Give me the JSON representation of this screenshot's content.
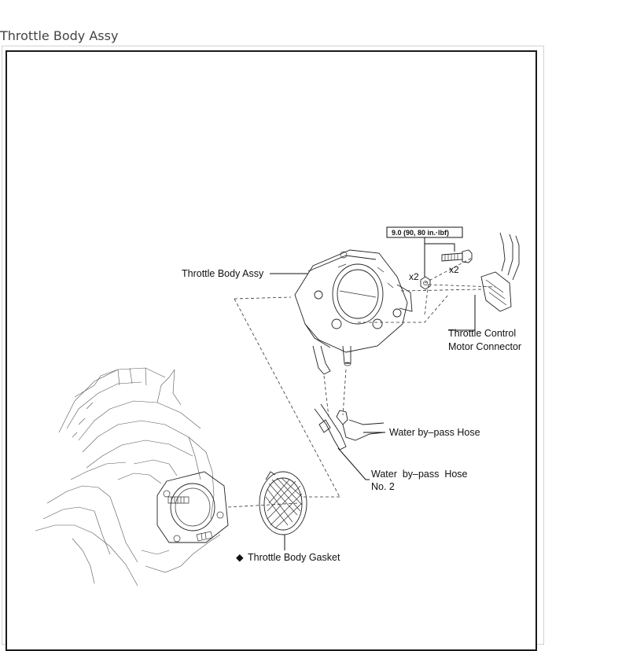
{
  "page": {
    "caption": "Throttle Body Assy"
  },
  "diagram": {
    "torque_spec": "9.0 (90, 80 in.·lbf)",
    "labels": {
      "throttle_body_assy": "Throttle Body Assy",
      "bolt_qty": "x2",
      "nut_qty": "x2",
      "connector_line1": "Throttle Control",
      "connector_line2": "Motor Connector",
      "water_bypass_hose": "Water by–pass Hose",
      "water_bypass_hose2_line1": "Water  by–pass  Hose",
      "water_bypass_hose2_line2": "No. 2",
      "gasket_marker": "◆",
      "gasket": "Throttle Body Gasket"
    }
  }
}
